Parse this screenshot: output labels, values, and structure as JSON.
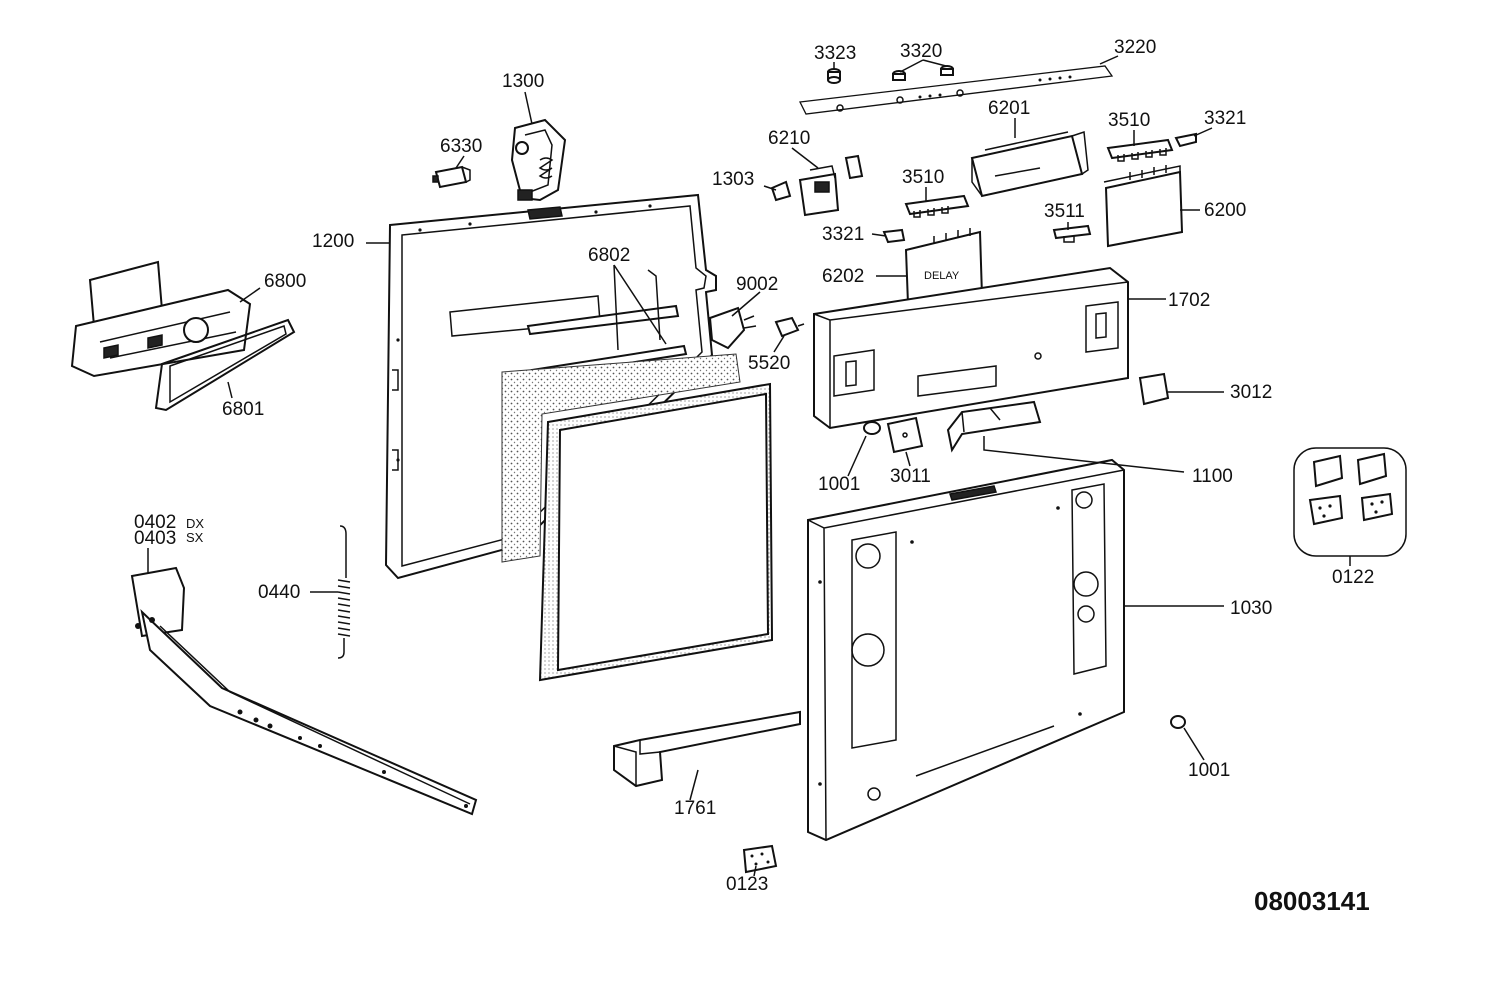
{
  "diagram_code": "08003141",
  "labels": {
    "p3323": "3323",
    "p3320": "3320",
    "p3220": "3220",
    "p1300": "1300",
    "p6330": "6330",
    "p6210": "6210",
    "p6201": "6201",
    "p3510a": "3510",
    "p3321a": "3321",
    "p1303": "1303",
    "p3510b": "3510",
    "p6200": "6200",
    "p3511": "3511",
    "p1200": "1200",
    "p3321b": "3321",
    "p6802": "6802",
    "p6202": "6202",
    "p6800": "6800",
    "p9002": "9002",
    "p1702": "1702",
    "p5520": "5520",
    "p6801": "6801",
    "p3012": "3012",
    "p1001a": "1001",
    "p3011": "3011",
    "p1100": "1100",
    "p0402": "0402",
    "p0402_side": "DX",
    "p0403": "0403",
    "p0403_side": "SX",
    "p0122": "0122",
    "p1030": "1030",
    "p0440": "0440",
    "p1001b": "1001",
    "p1761": "1761",
    "p0123": "0123"
  },
  "panel_text": {
    "delay": "DELAY"
  }
}
